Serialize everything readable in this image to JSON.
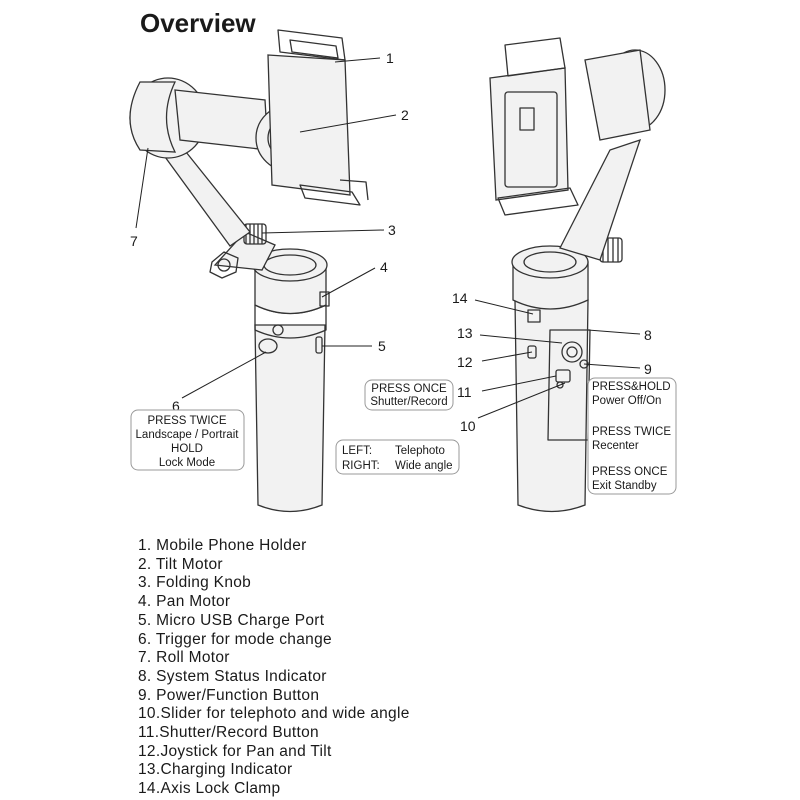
{
  "title": "Overview",
  "callouts": [
    "1",
    "2",
    "3",
    "4",
    "5",
    "6",
    "7",
    "8",
    "9",
    "10",
    "11",
    "12",
    "13",
    "14"
  ],
  "boxes": {
    "trigger": [
      "PRESS TWICE",
      "Landscape / Portrait",
      "HOLD",
      "Lock Mode"
    ],
    "slider": [
      "LEFT:",
      "Telephoto",
      "RIGHT:",
      "Wide angle"
    ],
    "shutter": [
      "PRESS ONCE",
      "Shutter/Record"
    ],
    "power": [
      "PRESS&HOLD",
      "Power Off/On",
      "PRESS TWICE",
      "Recenter",
      "PRESS ONCE",
      "Exit Standby"
    ]
  },
  "legend": [
    "1.  Mobile Phone Holder",
    "2.  Tilt Motor",
    "3.  Folding Knob",
    "4.  Pan Motor",
    "5.  Micro USB Charge Port",
    "6.  Trigger for mode change",
    "7.  Roll Motor",
    "8.  System Status Indicator",
    "9.  Power/Function Button",
    "10.Slider for telephoto and wide angle",
    "11.Shutter/Record Button",
    "12.Joystick for Pan and Tilt",
    "13.Charging Indicator",
    "14.Axis Lock Clamp"
  ]
}
